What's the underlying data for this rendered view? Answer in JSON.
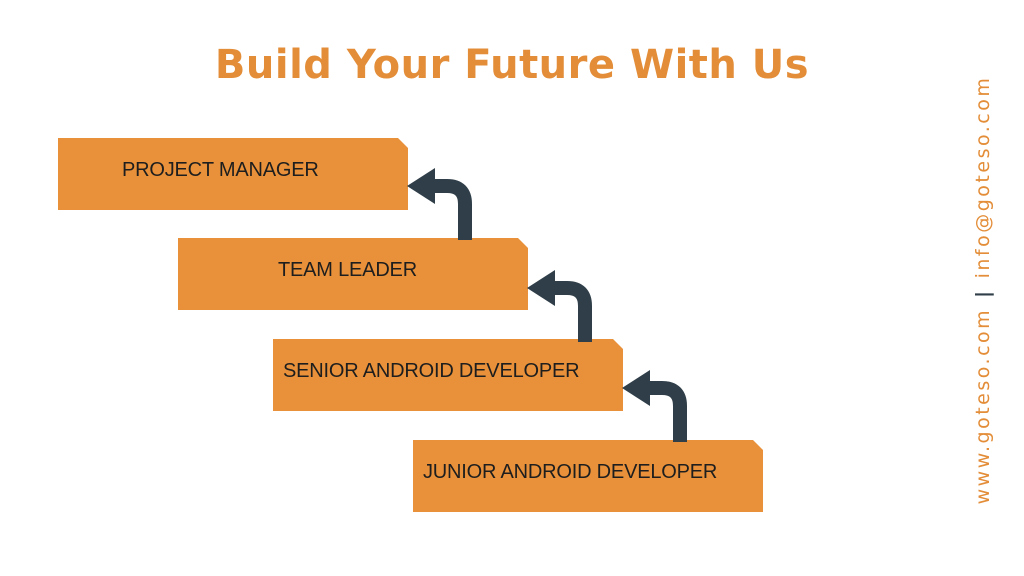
{
  "title": "Build Your Future With Us",
  "steps": [
    {
      "label": "PROJECT MANAGER"
    },
    {
      "label": "TEAM LEADER"
    },
    {
      "label": "SENIOR ANDROID DEVELOPER"
    },
    {
      "label": "JUNIOR ANDROID DEVELOPER"
    }
  ],
  "sidebar": {
    "website": "www.goteso.com",
    "separator": "|",
    "email": "info@goteso.com"
  },
  "colors": {
    "accent": "#e8913a",
    "title": "#e38d38",
    "arrow": "#2f3e48",
    "text": "#1e1e1e"
  }
}
